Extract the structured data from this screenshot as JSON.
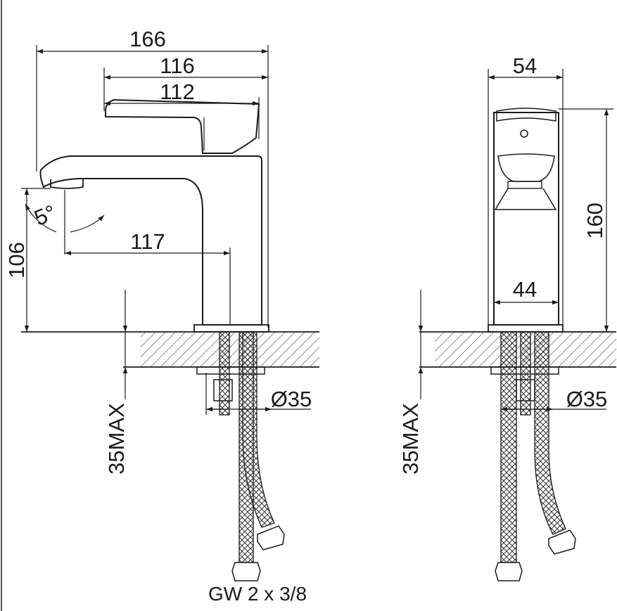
{
  "side_view": {
    "overall_length": "166",
    "lever_length": "116",
    "handle_length": "112",
    "spout_angle": "5°",
    "spout_reach": "117",
    "spout_height": "106",
    "max_deck_thickness": "35MAX",
    "hole_diameter": "Ø35"
  },
  "front_view": {
    "top_width": "54",
    "body_width": "44",
    "overall_height": "160",
    "max_deck_thickness": "35MAX",
    "hole_diameter": "Ø35"
  },
  "caption": "GW 2 x 3/8",
  "colors": {
    "line": "#1a1a1a",
    "hatch": "#444444"
  }
}
